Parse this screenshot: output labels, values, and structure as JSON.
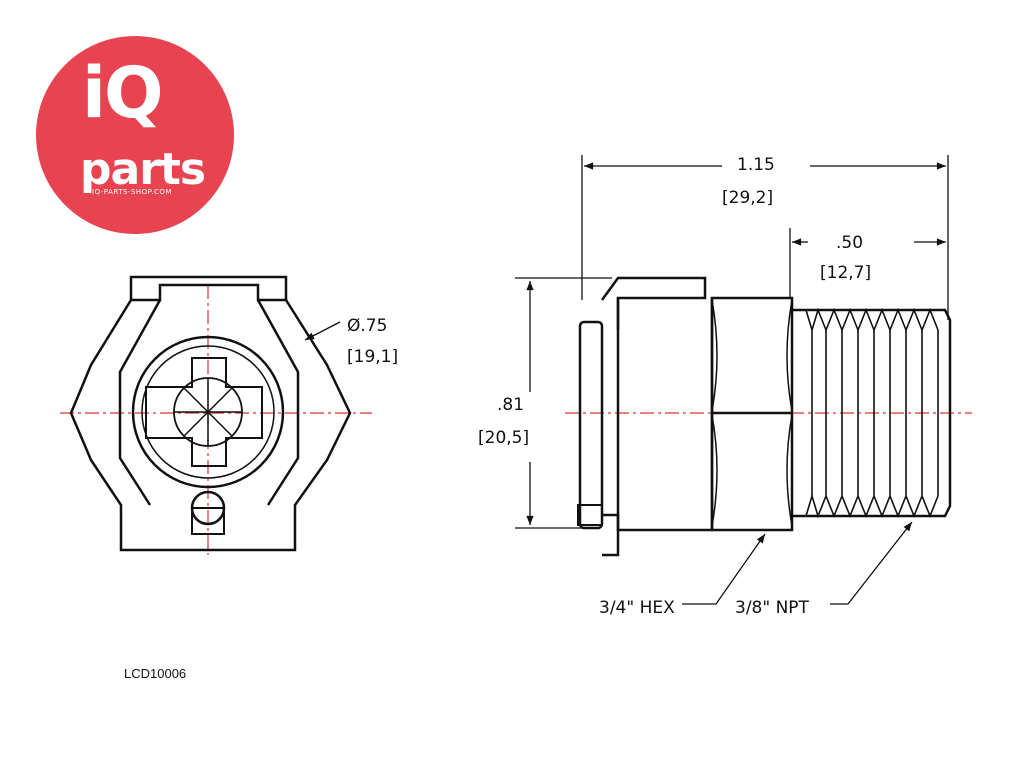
{
  "logo": {
    "brand_top": "iQ",
    "brand_bottom": "parts",
    "website": "IQ-PARTS-SHOP.COM",
    "color": "#e84350"
  },
  "front_view": {
    "diameter_in": "Ø.75",
    "diameter_mm": "[19,1]"
  },
  "side_view": {
    "length_in": "1.15",
    "length_mm": "[29,2]",
    "thread_len_in": ".50",
    "thread_len_mm": "[12,7]",
    "height_in": ".81",
    "height_mm": "[20,5]",
    "hex_label": "3/4\" HEX",
    "thread_label": "3/8\" NPT"
  },
  "part_code": "LCD10006"
}
